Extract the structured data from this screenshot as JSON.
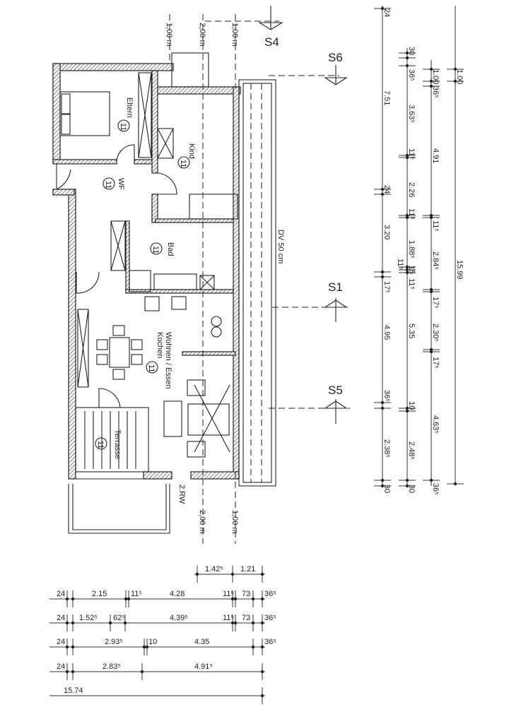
{
  "sections": {
    "s4": "S4",
    "s6": "S6",
    "s1": "S1",
    "s5": "S5"
  },
  "top_offsets": [
    "1,00 m",
    "2,00 m",
    "1,00 m"
  ],
  "bottom_offsets": {
    "rw": "2.RW",
    "a": "2,00 m",
    "b": "1,00 m"
  },
  "balcony_label": "DV 50 cm",
  "rooms": [
    {
      "name": "Eltern",
      "num": "11"
    },
    {
      "name": "Kind",
      "num": "11"
    },
    {
      "name": "WF",
      "num": "11"
    },
    {
      "name": "Bad",
      "num": "11"
    },
    {
      "name": "Wohnen / Essen",
      "name2": "Kochen",
      "num": "11"
    },
    {
      "name": "Terrasse",
      "num": "11"
    }
  ],
  "right_dims": {
    "line1": [
      "24",
      "7.51",
      "24",
      "3.20",
      "17⁵",
      "4.95",
      "36⁵",
      "2.38⁵",
      "30"
    ],
    "line2": [
      "30",
      "36⁵",
      "3.63⁵",
      "11⁵",
      "2.26",
      "11⁵",
      "1.88⁵",
      "11⁵",
      "15",
      "11⁵",
      "5.35",
      "10",
      "2.48⁵",
      "30"
    ],
    "line3": [
      "1.00",
      "36⁵",
      "4.91",
      "11⁵",
      "2.84⁵",
      "17⁵",
      "2.30⁵",
      "17⁵",
      "4.63⁵",
      "36⁵"
    ],
    "line4": [
      "1.00",
      "15.99"
    ]
  },
  "bottom_dims": {
    "row1": [
      "1.42⁵",
      "1.21"
    ],
    "row2": [
      "24",
      "2.15",
      "11⁵",
      "4.28",
      "11⁵",
      "73",
      "36⁵"
    ],
    "row3": [
      "24",
      "1.52⁵",
      "62⁵",
      "4.39⁵",
      "11⁵",
      "73",
      "36⁵"
    ],
    "row4": [
      "24",
      "2.93⁵",
      "10",
      "4.35",
      "36⁵"
    ],
    "row5": [
      "24",
      "2.83⁵",
      "4.91⁵"
    ],
    "row6": [
      "15.74"
    ]
  }
}
